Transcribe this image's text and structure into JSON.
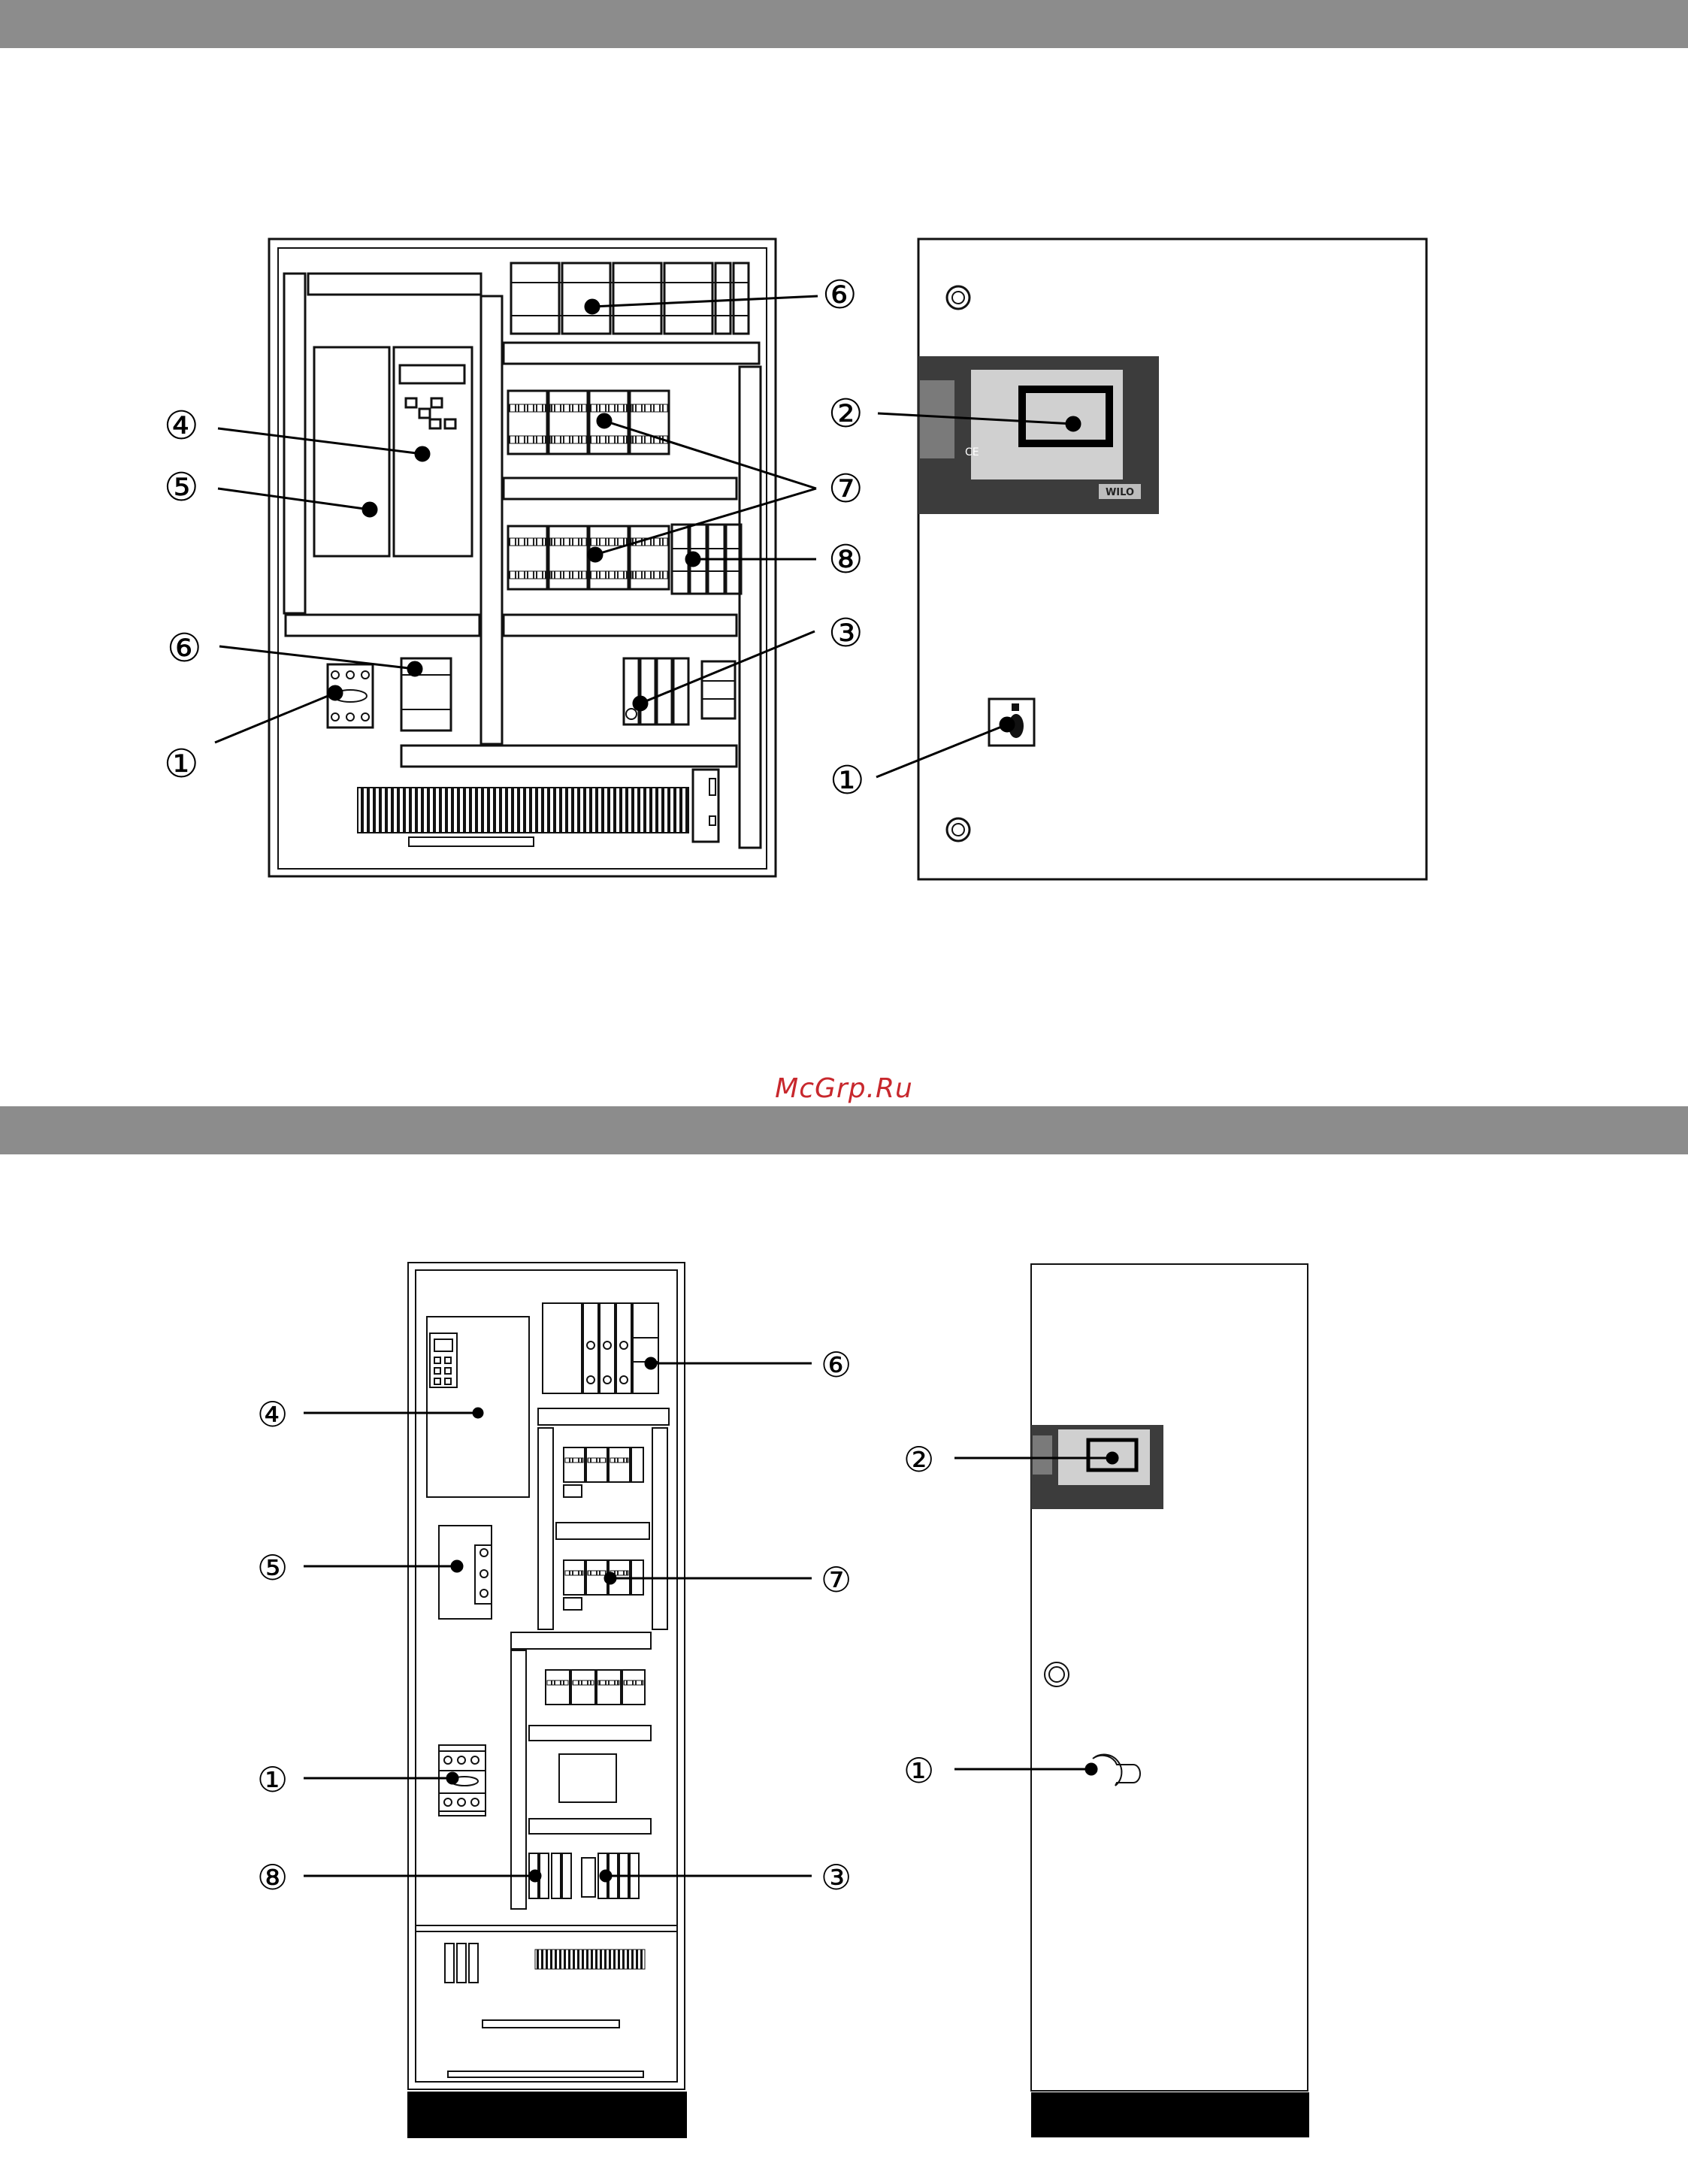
{
  "header": {
    "band_color": "#8c8c8c"
  },
  "watermark": {
    "text": "McGrp.Ru",
    "color": "#c8282d"
  },
  "figure1": {
    "callouts": [
      "⑥",
      "④",
      "⑤",
      "②",
      "⑦",
      "⑧",
      "⑥",
      "③",
      "①",
      "①"
    ]
  },
  "figure2": {
    "callouts": [
      "⑥",
      "④",
      "②",
      "⑤",
      "⑦",
      "①",
      "①",
      "⑧",
      "③"
    ]
  },
  "door_badges": {
    "brand": "WILO",
    "ce_mark": "CE"
  }
}
